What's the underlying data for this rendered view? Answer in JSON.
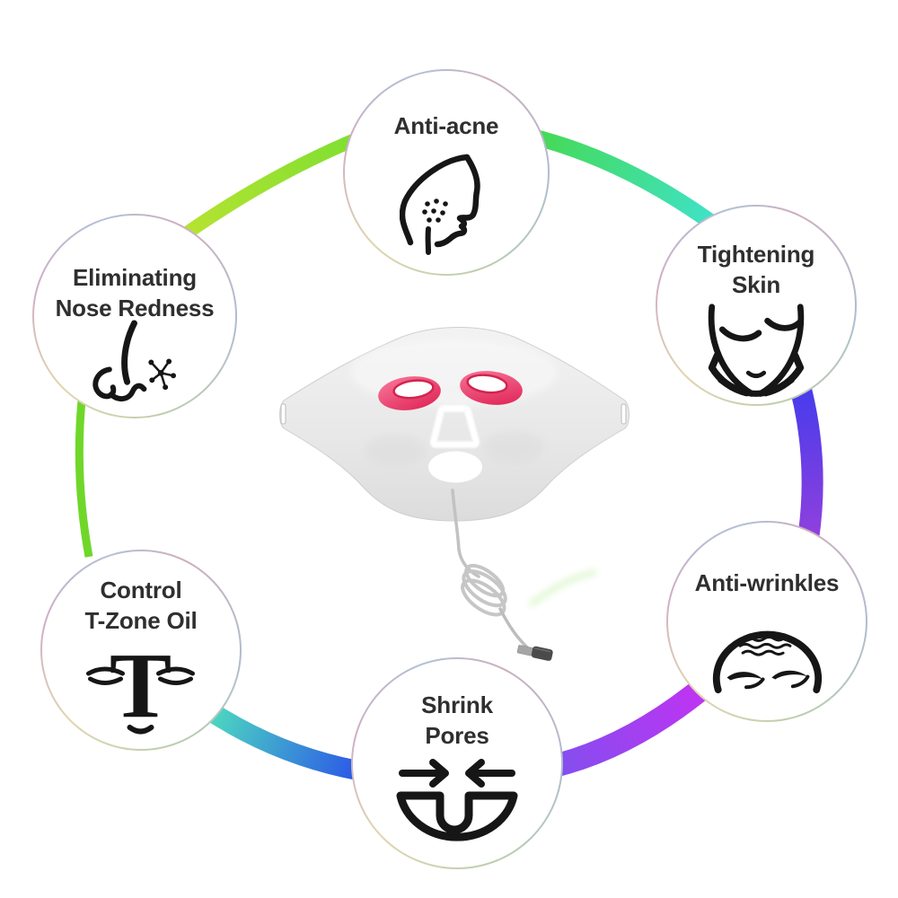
{
  "background_color": "#ffffff",
  "text_color": "#2f2f2f",
  "features": [
    {
      "id": "anti-acne",
      "line1": "Anti-acne",
      "line2": "",
      "icon": "acne-face-profile-icon"
    },
    {
      "id": "tightening-skin",
      "line1": "Tightening",
      "line2": "Skin",
      "icon": "tightening-skin-face-icon"
    },
    {
      "id": "anti-wrinkles",
      "line1": "Anti-wrinkles",
      "line2": "",
      "icon": "wrinkled-forehead-icon"
    },
    {
      "id": "shrink-pores",
      "line1": "Shrink",
      "line2": "Pores",
      "icon": "shrink-pores-arrows-icon"
    },
    {
      "id": "control-t-zone",
      "line1": "Control",
      "line2": "T-Zone Oil",
      "icon": "t-zone-face-icon"
    },
    {
      "id": "nose-redness",
      "line1": "Eliminating",
      "line2": "Nose Redness",
      "icon": "nose-capillaries-icon"
    }
  ],
  "center_product": {
    "icon": "led-face-mask-with-usb-cable",
    "mask_color": "#e9e9e9",
    "eye_pad_color": "#ee4a76",
    "cutout_color": "#ffffff"
  },
  "ring": {
    "segments": [
      {
        "id": "nose-redness-to-anti-acne",
        "colors": [
          "#b9e332",
          "#7ddf31"
        ]
      },
      {
        "id": "anti-acne-to-tightening-skin",
        "colors": [
          "#46d94b",
          "#3fe2c9"
        ]
      },
      {
        "id": "tightening-skin-to-anti-wrinkles",
        "colors": [
          "#3f3bee",
          "#9040dd"
        ]
      },
      {
        "id": "anti-wrinkles-to-shrink-pores",
        "colors": [
          "#c92ff3",
          "#7b52ee"
        ]
      },
      {
        "id": "control-t-zone-to-shrink-pores",
        "colors": [
          "#4edcbf",
          "#2a52e9"
        ]
      },
      {
        "id": "control-t-zone-to-nose-redness",
        "colors": [
          "#6fd72a",
          "#6fd72a"
        ]
      }
    ]
  }
}
